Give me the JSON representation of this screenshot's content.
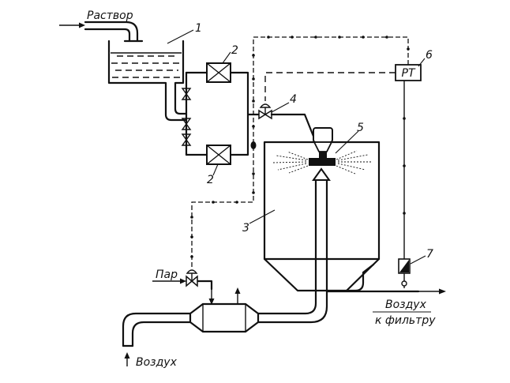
{
  "labels": {
    "solution": "Раствор",
    "steam": "Пар",
    "air_in": "Воздух",
    "air_out_line1": "Воздух",
    "air_out_line2": "к фильтру",
    "controller": "PT"
  },
  "numbers": {
    "n1": "1",
    "n2a": "2",
    "n2b": "2",
    "n3": "3",
    "n4": "4",
    "n5": "5",
    "n6": "6",
    "n7": "7"
  }
}
